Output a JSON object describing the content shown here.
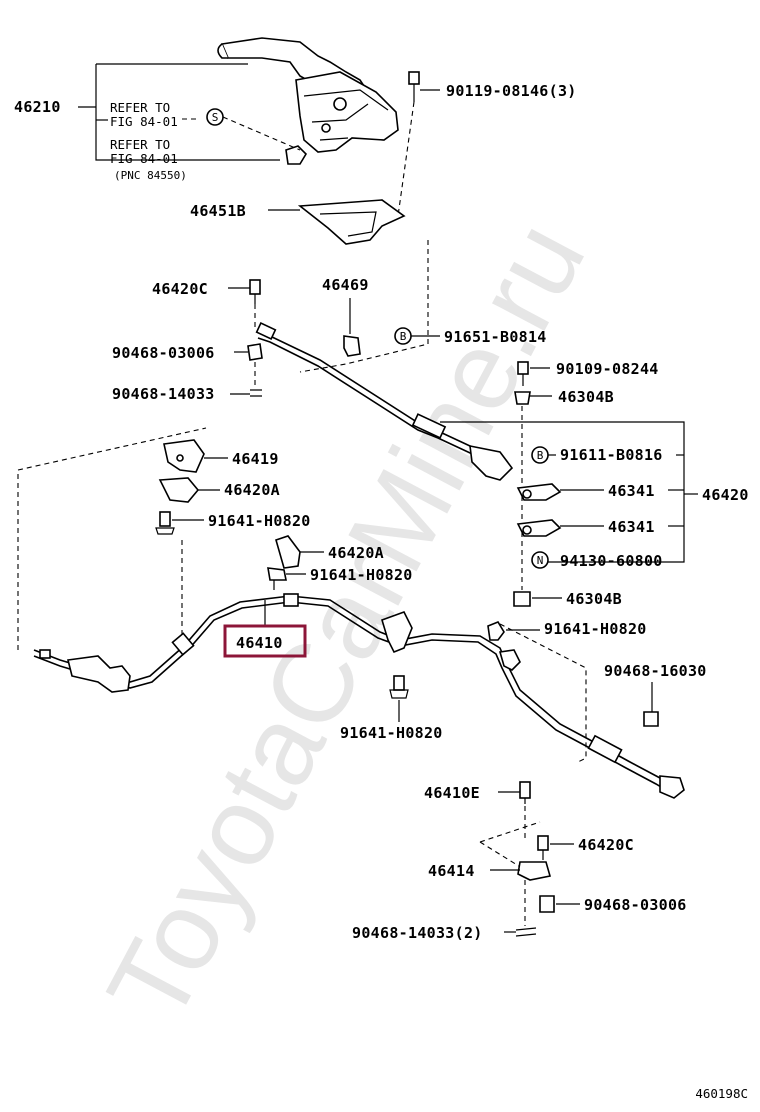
{
  "watermark": "ToyotaCarMine.ru",
  "figure_code": "460198C",
  "labels": {
    "l46210": "46210",
    "refer_a1": "REFER TO",
    "refer_a2": "FIG 84-01",
    "refer_b1": "REFER TO",
    "refer_b2": "FIG 84-01",
    "pnc": "(PNC 84550)",
    "l90119": "90119-08146(3)",
    "l46451b": "46451B",
    "l46420c_top": "46420C",
    "l46469": "46469",
    "l91651": "91651-B0814",
    "l90468_03006_top": "90468-03006",
    "l90109": "90109-08244",
    "l90468_14033_top": "90468-14033",
    "l46304b_top": "46304B",
    "l46419": "46419",
    "l91611": "91611-B0816",
    "l46420a_left": "46420A",
    "l46341_a": "46341",
    "l46420": "46420",
    "l91641_a": "91641-H0820",
    "l46341_b": "46341",
    "l46420a_mid": "46420A",
    "l94130": "94130-60800",
    "l91641_b": "91641-H0820",
    "l46304b_bot": "46304B",
    "l46410": "46410",
    "l91641_c": "91641-H0820",
    "l90468_16030": "90468-16030",
    "l91641_d": "91641-H0820",
    "l46410e": "46410E",
    "l46420c_bot": "46420C",
    "l46414": "46414",
    "l90468_03006_bot": "90468-03006",
    "l90468_14033_bot": "90468-14033(2)"
  },
  "callouts": {
    "s": "S",
    "b1": "B",
    "b2": "B",
    "n": "N"
  },
  "colors": {
    "highlight": "#8c1538",
    "watermark": "#e6e6e6",
    "ink": "#000000"
  }
}
